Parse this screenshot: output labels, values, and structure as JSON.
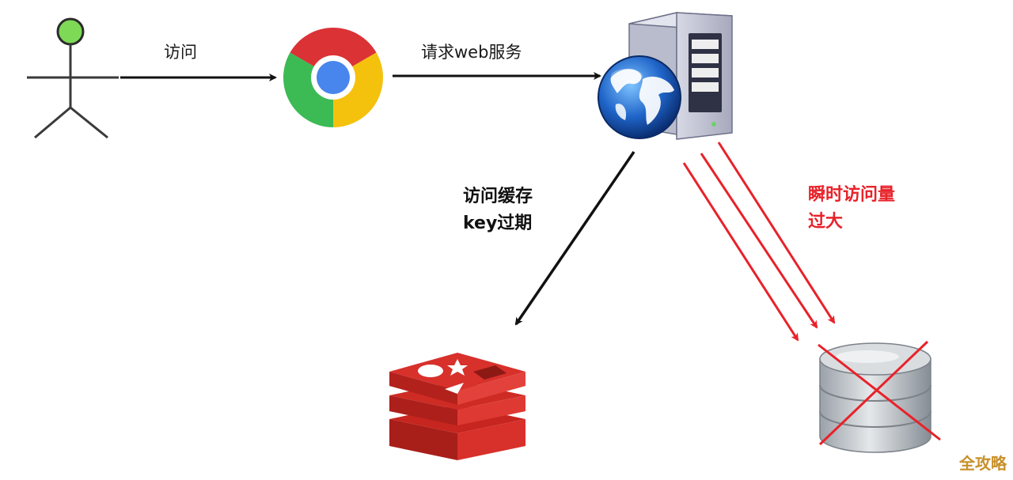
{
  "edges": {
    "visit": "访问",
    "request": "请求web服务",
    "cache_expired_line1": "访问缓存",
    "cache_expired_line2": "key过期",
    "surge_line1": "瞬时访问量",
    "surge_line2": "过大"
  },
  "nodes": {
    "user": "user-stick-figure",
    "browser": "chrome-browser-icon",
    "server": "web-server-icon",
    "cache": "redis-cache-icon",
    "database": "database-icon"
  },
  "database_state": "crossed-out",
  "watermark": "全攻略",
  "colors": {
    "arrow_black": "#111111",
    "arrow_red": "#e8222a",
    "surge_text": "#e8222a",
    "user_head": "#7ed957",
    "redis_red": "#d8302b",
    "watermark": "#c8902a"
  }
}
